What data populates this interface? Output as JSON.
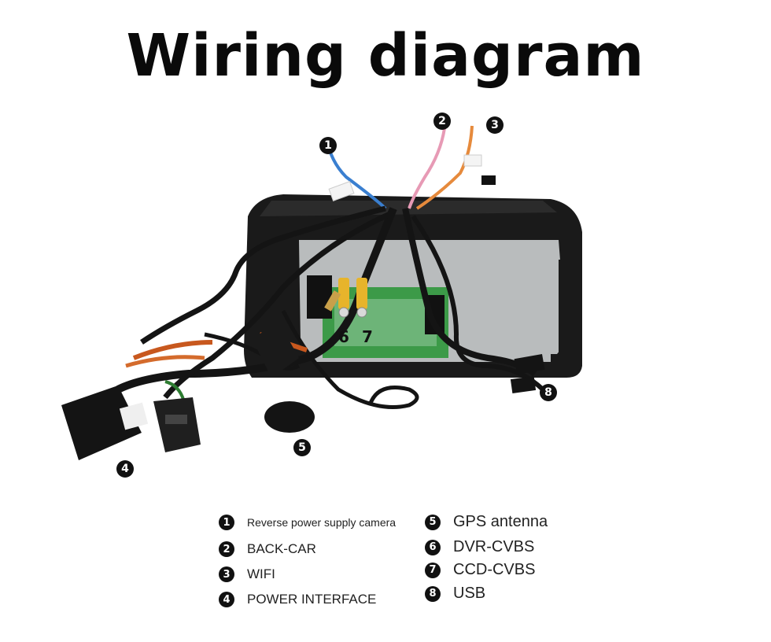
{
  "title": "Wiring diagram",
  "callouts": {
    "c1": "1",
    "c2": "2",
    "c3": "3",
    "c4": "4",
    "c5": "5",
    "c6": "6",
    "c7": "7",
    "c8": "8"
  },
  "legend": [
    {
      "num": "1",
      "text": "Reverse power supply camera"
    },
    {
      "num": "2",
      "text": "BACK-CAR"
    },
    {
      "num": "3",
      "text": "WIFI"
    },
    {
      "num": "4",
      "text": "POWER INTERFACE"
    },
    {
      "num": "5",
      "text": "GPS antenna"
    },
    {
      "num": "6",
      "text": "DVR-CVBS"
    },
    {
      "num": "7",
      "text": "CCD-CVBS"
    },
    {
      "num": "8",
      "text": "USB"
    }
  ],
  "colors": {
    "screen": "#b9bcbd",
    "bezel": "#1a1a1a",
    "cable": "#141414",
    "rca_yellow": "#e7b42b",
    "pcb_green": "#3c9a48",
    "wire_blue": "#3a7fd0",
    "wire_pink": "#e79ab5",
    "wire_orange": "#e68a3c"
  },
  "icons": [
    "head-unit-image",
    "gps-antenna-icon",
    "power-connector-icon",
    "usb-connector-icon",
    "rca-connector-icon"
  ]
}
